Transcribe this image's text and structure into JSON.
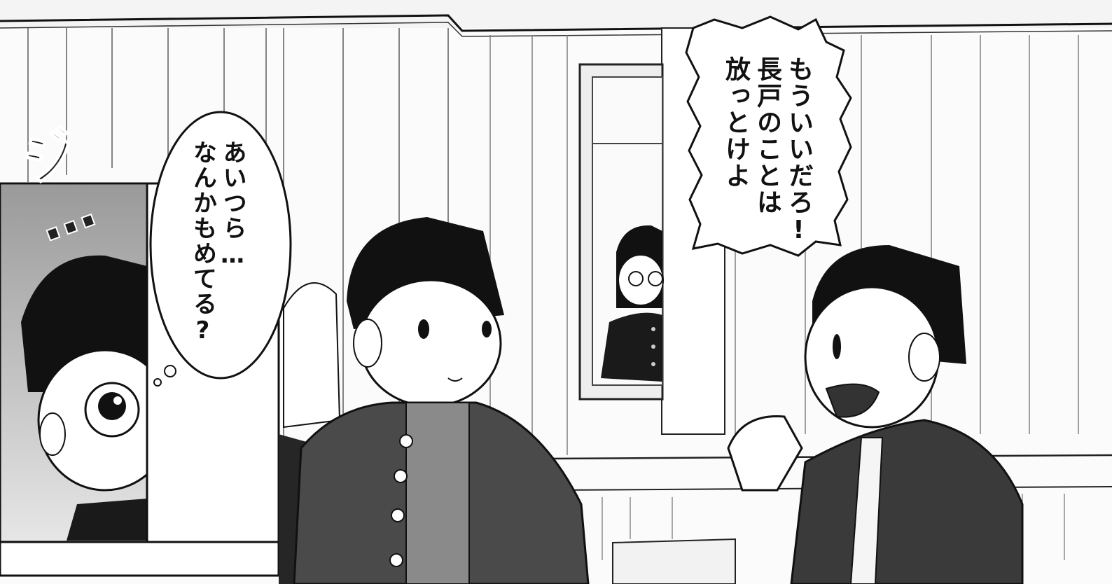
{
  "speech_bubbles": [
    {
      "id": "thought",
      "lines": [
        "あいつら…",
        "なんかもめてる?"
      ]
    },
    {
      "id": "shout",
      "lines": [
        "もういいだろ!",
        "長戸のことは",
        "放っとけよ"
      ]
    }
  ],
  "sound_effects": {
    "stare": "ジ…"
  }
}
